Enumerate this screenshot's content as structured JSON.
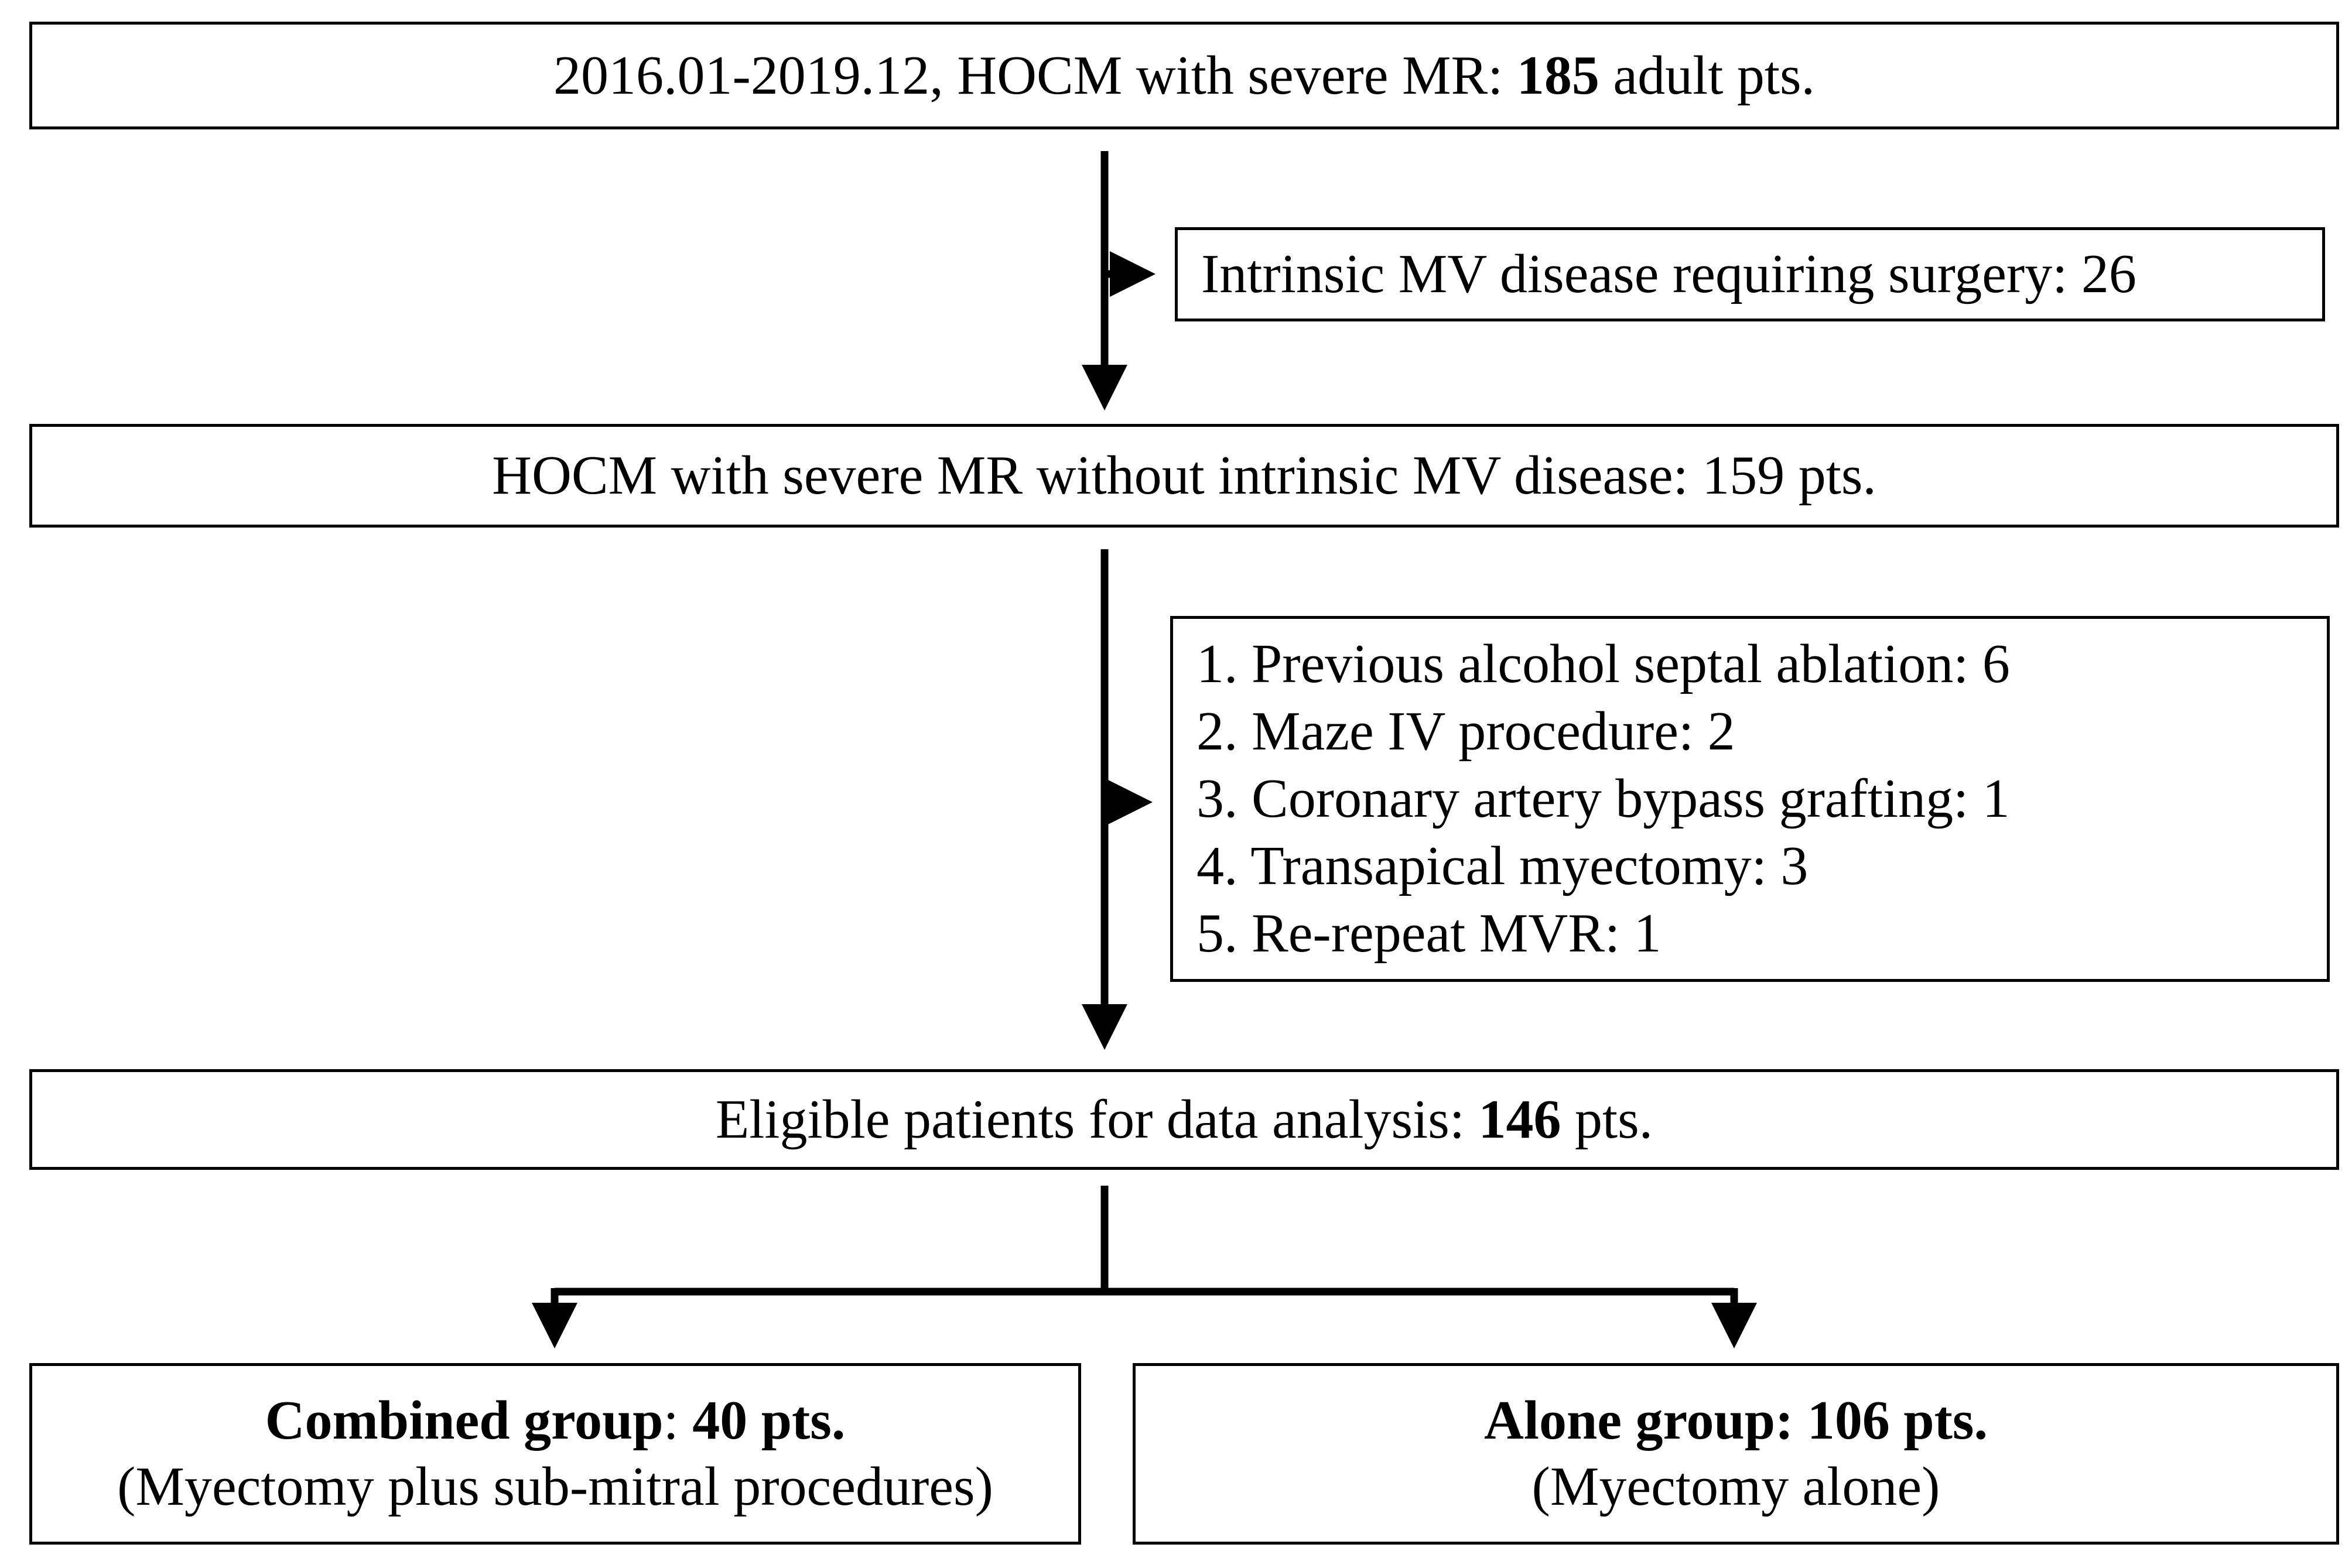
{
  "flow": {
    "box1": {
      "prefix": "2016.01-2019.12, HOCM with severe MR: ",
      "count": "185",
      "suffix": " adult pts."
    },
    "exclusion1": {
      "text": "Intrinsic MV disease requiring surgery: 26"
    },
    "box2": {
      "text": "HOCM with severe MR without intrinsic MV disease: 159 pts."
    },
    "exclusion2": {
      "items": [
        "1. Previous alcohol septal ablation: 6",
        "2. Maze IV procedure: 2",
        "3. Coronary artery bypass grafting: 1",
        "4. Transapical myectomy: 3",
        "5. Re-repeat MVR: 1"
      ]
    },
    "box3": {
      "prefix": "Eligible patients for data analysis: ",
      "count": "146",
      "suffix": " pts."
    },
    "combined": {
      "label": "Combined group",
      "sep": ": ",
      "count": "40 pts.",
      "detail": "(Myectomy plus sub-mitral procedures)"
    },
    "alone": {
      "label": "Alone group: 106 pts.",
      "detail": "(Myectomy alone)"
    }
  }
}
